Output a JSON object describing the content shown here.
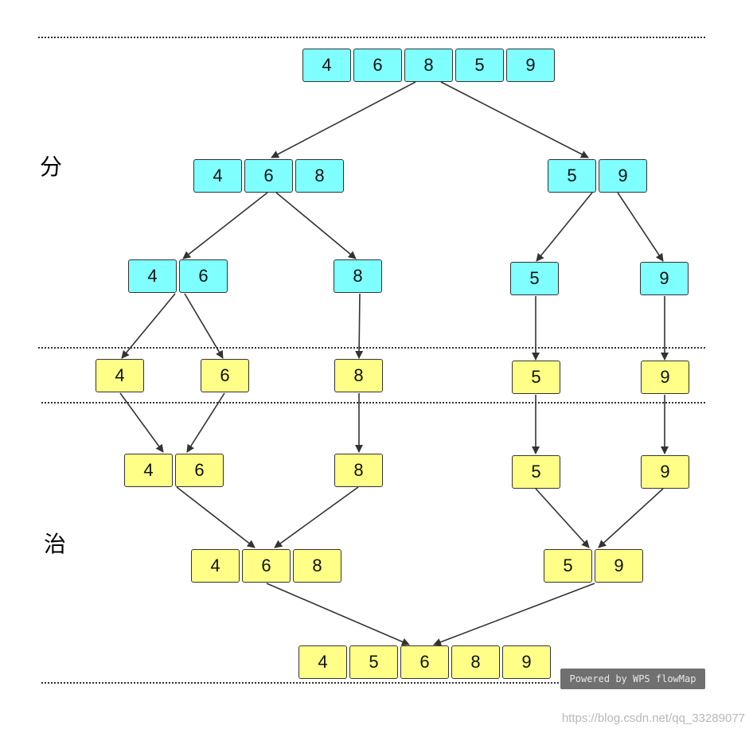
{
  "labels": {
    "divide": "分",
    "conquer": "治"
  },
  "divide": {
    "level0": [
      "4",
      "6",
      "8",
      "5",
      "9"
    ],
    "level1_left": [
      "4",
      "6",
      "8"
    ],
    "level1_right": [
      "5",
      "9"
    ],
    "level2_a": [
      "4",
      "6"
    ],
    "level2_b": [
      "8"
    ],
    "level2_c": [
      "5"
    ],
    "level2_d": [
      "9"
    ]
  },
  "leaves": [
    "4",
    "6",
    "8",
    "5",
    "9"
  ],
  "conquer": {
    "merge1_a": [
      "4",
      "6"
    ],
    "merge1_b": [
      "8"
    ],
    "merge1_c": [
      "5"
    ],
    "merge1_d": [
      "9"
    ],
    "merge2_left": [
      "4",
      "6",
      "8"
    ],
    "merge2_right": [
      "5",
      "9"
    ],
    "final": [
      "4",
      "5",
      "6",
      "8",
      "9"
    ]
  },
  "badge": "Powered by WPS flowMap",
  "watermark": "https://blog.csdn.net/qq_33289077",
  "colors": {
    "divide_fill": "#7fffff",
    "conquer_fill": "#ffff88",
    "stroke": "#333333"
  }
}
